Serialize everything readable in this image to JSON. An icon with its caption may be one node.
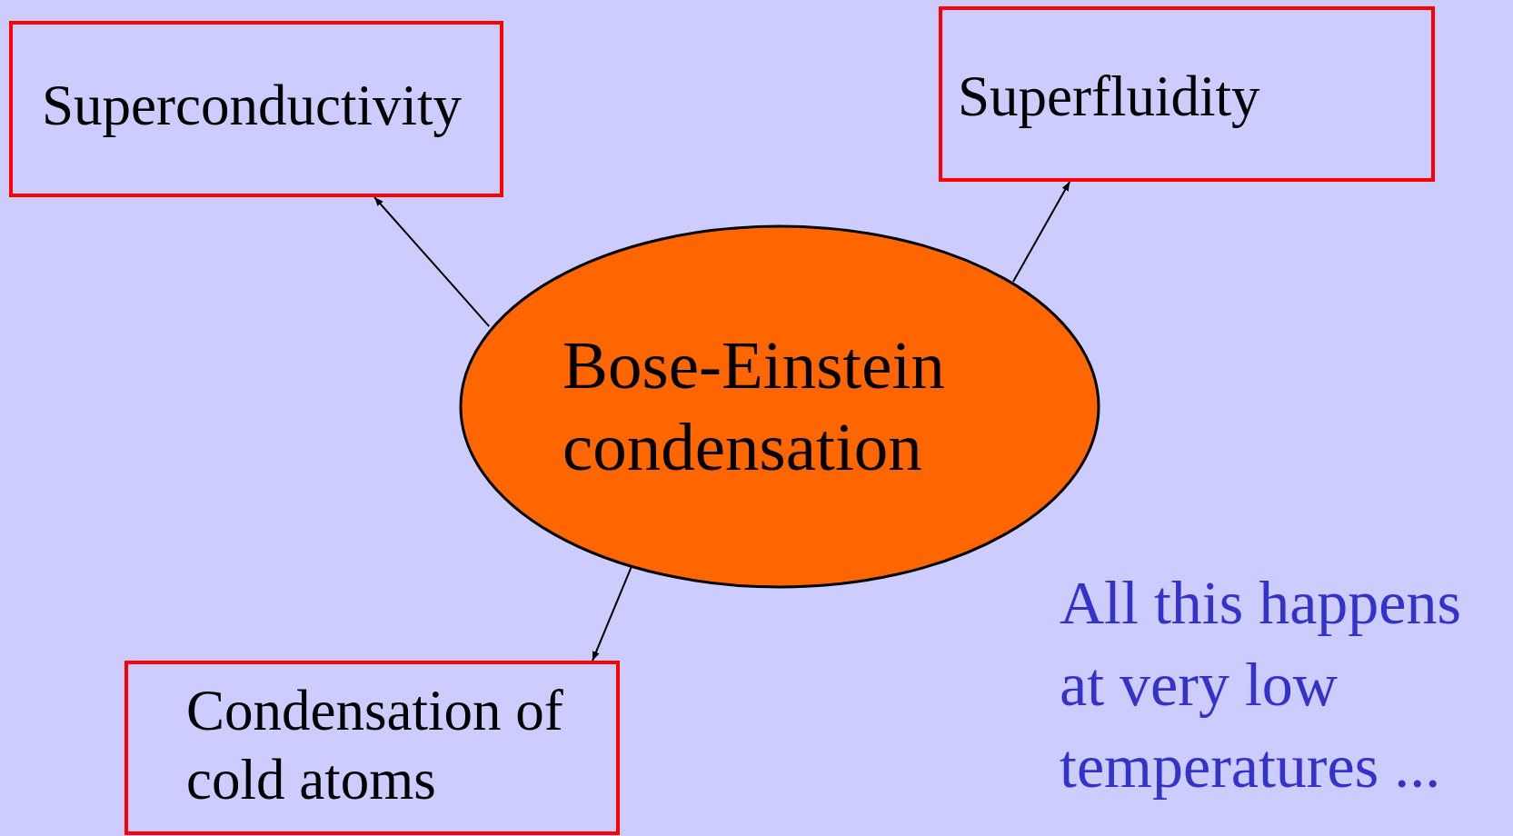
{
  "diagram": {
    "nodes": [
      {
        "text": [
          "Superconductivity"
        ]
      },
      {
        "text": [
          "Superfluidity"
        ]
      },
      {
        "text": [
          "Bose-Einstein condensation"
        ]
      },
      {
        "text": [
          "Condensation of cold atoms"
        ]
      }
    ],
    "edges": [
      {
        "from": 2,
        "to": 0,
        "arrow": "to"
      },
      {
        "from": 2,
        "to": 1,
        "arrow": "to"
      },
      {
        "from": 2,
        "to": 3,
        "arrow": "to"
      }
    ],
    "labels": [
      "All this happens at very low temperatures ..."
    ]
  }
}
